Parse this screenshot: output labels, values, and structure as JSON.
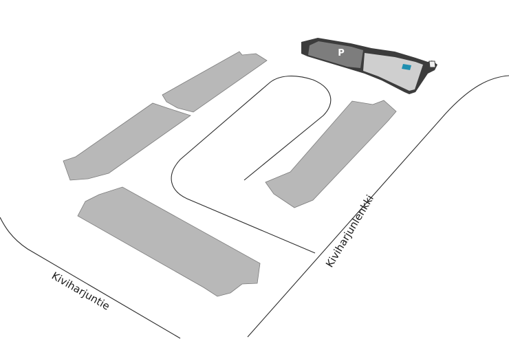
{
  "map": {
    "streets": {
      "kiviharjuntie": "Kiviharjuntie",
      "kiviharjunlenkki": "Kiviharjunlenkki"
    },
    "parking": {
      "symbol": "P"
    },
    "colors": {
      "background": "#ffffff",
      "building_fill": "#b8b8b8",
      "building_stroke": "#7a7a7a",
      "road_line": "#2a2a2a",
      "highlight_dark": "#3c3c3c",
      "highlight_roof": "#7d7d7d",
      "highlight_accent": "#1f8fb0"
    }
  }
}
